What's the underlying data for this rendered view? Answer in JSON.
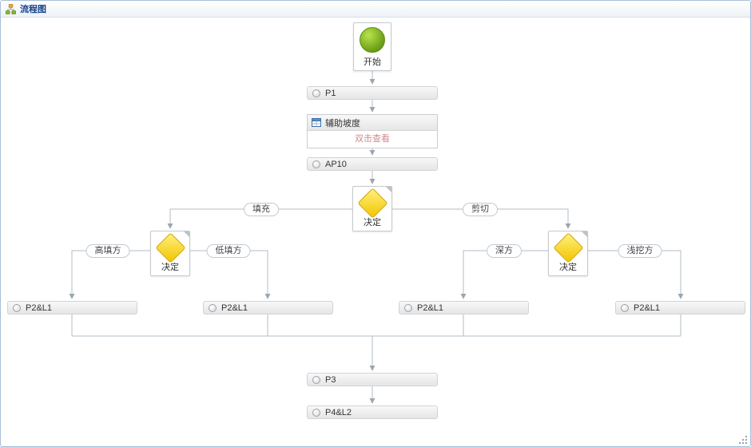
{
  "window": {
    "title": "流程图"
  },
  "flowchart": {
    "start_label": "开始",
    "tasks": {
      "p1": "P1",
      "ap10": "AP10",
      "p2l1_a": "P2&L1",
      "p2l1_b": "P2&L1",
      "p2l1_c": "P2&L1",
      "p2l1_d": "P2&L1",
      "p3": "P3",
      "p4l2": "P4&L2"
    },
    "aux_panel": {
      "title": "辅助坡度",
      "hint": "双击查看"
    },
    "decisions": {
      "main": "决定",
      "left": "决定",
      "right": "决定"
    },
    "edge_labels": {
      "fill": "填充",
      "cut": "剪切",
      "high_fill": "高填方",
      "low_fill": "低填方",
      "deep_cut": "深方",
      "shallow_cut": "浅挖方"
    }
  },
  "colors": {
    "title-color": "#15428b",
    "line-color": "#b2bcc4",
    "arrow-color": "#9aa6b0",
    "diamond-yellow": "#f2c500",
    "start-green": "#76a81e",
    "hint-color": "#cf8d8f"
  }
}
